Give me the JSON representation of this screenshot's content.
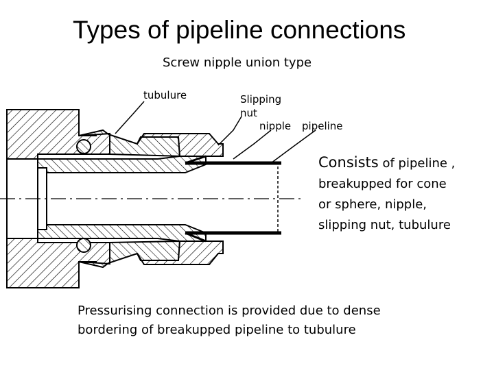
{
  "title": "Types of pipeline connections",
  "subtitle": "Screw nipple union type",
  "labels": {
    "tubulure": "tubulure",
    "slipping_nut_1": "Slipping",
    "slipping_nut_2": "nut",
    "nipple": "nipple",
    "pipeline": "pipeline"
  },
  "description": {
    "lead": "Consists",
    "line1": " of pipeline ,",
    "line2": "breakupped for cone",
    "line3": "or sphere, nipple,",
    "line4": "slipping nut, tubulure"
  },
  "note": {
    "line1": "Pressurising connection is provided due to dense",
    "line2": "bordering of breakupped pipeline to tubulure"
  }
}
